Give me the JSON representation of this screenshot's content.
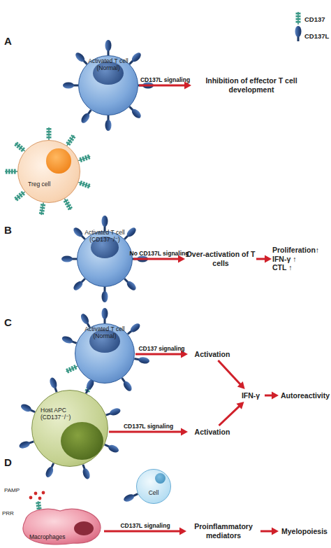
{
  "diagram": {
    "nodes": [
      {
        "text": [
          "Activated T cell (Normal)"
        ]
      },
      {
        "text": [
          "Treg cell"
        ]
      },
      {
        "text": [
          "Inhibition of effector T cell development"
        ]
      },
      {
        "text": [
          "Activated T cell (CD137⁻/⁻)"
        ]
      },
      {
        "text": [
          "Over-activation of T cells"
        ]
      },
      {
        "text": [
          "Proliferation↑",
          "IFN-γ ↑",
          "CTL ↑"
        ]
      },
      {
        "text": [
          "Activated T cell (Normal)"
        ]
      },
      {
        "text": [
          "Host APC (CD137⁻/⁻)"
        ]
      },
      {
        "text": [
          "Activation"
        ]
      },
      {
        "text": [
          "Activation"
        ]
      },
      {
        "text": [
          "IFN-γ"
        ]
      },
      {
        "text": [
          "Autoreactivity"
        ]
      },
      {
        "text": [
          "Cell"
        ]
      },
      {
        "text": [
          "Macrophages"
        ]
      },
      {
        "text": [
          "Proinflammatory mediators"
        ]
      },
      {
        "text": [
          "Myelopoiesis"
        ]
      }
    ],
    "edges": [
      {
        "from": 0,
        "to": 2,
        "label": "CD137L signaling",
        "arrow": "to"
      },
      {
        "from": 3,
        "to": 4,
        "label": "No CD137L signaling",
        "arrow": "to"
      },
      {
        "from": 4,
        "to": 5,
        "arrow": "to"
      },
      {
        "from": 6,
        "to": 8,
        "label": "CD137 signaling",
        "arrow": "to"
      },
      {
        "from": 7,
        "to": 9,
        "label": "CD137L signaling",
        "arrow": "to"
      },
      {
        "from": 8,
        "to": 10,
        "arrow": "to"
      },
      {
        "from": 9,
        "to": 10,
        "arrow": "to"
      },
      {
        "from": 10,
        "to": 11,
        "arrow": "to"
      },
      {
        "from": 13,
        "to": 14,
        "label": "CD137L signaling",
        "arrow": "to"
      },
      {
        "from": 14,
        "to": 15,
        "arrow": "to"
      }
    ],
    "labels": [
      "A",
      "B",
      "C",
      "D",
      "PAMP",
      "PRR"
    ],
    "legend": [
      {
        "text": "CD137"
      },
      {
        "text": "CD137L"
      }
    ]
  }
}
